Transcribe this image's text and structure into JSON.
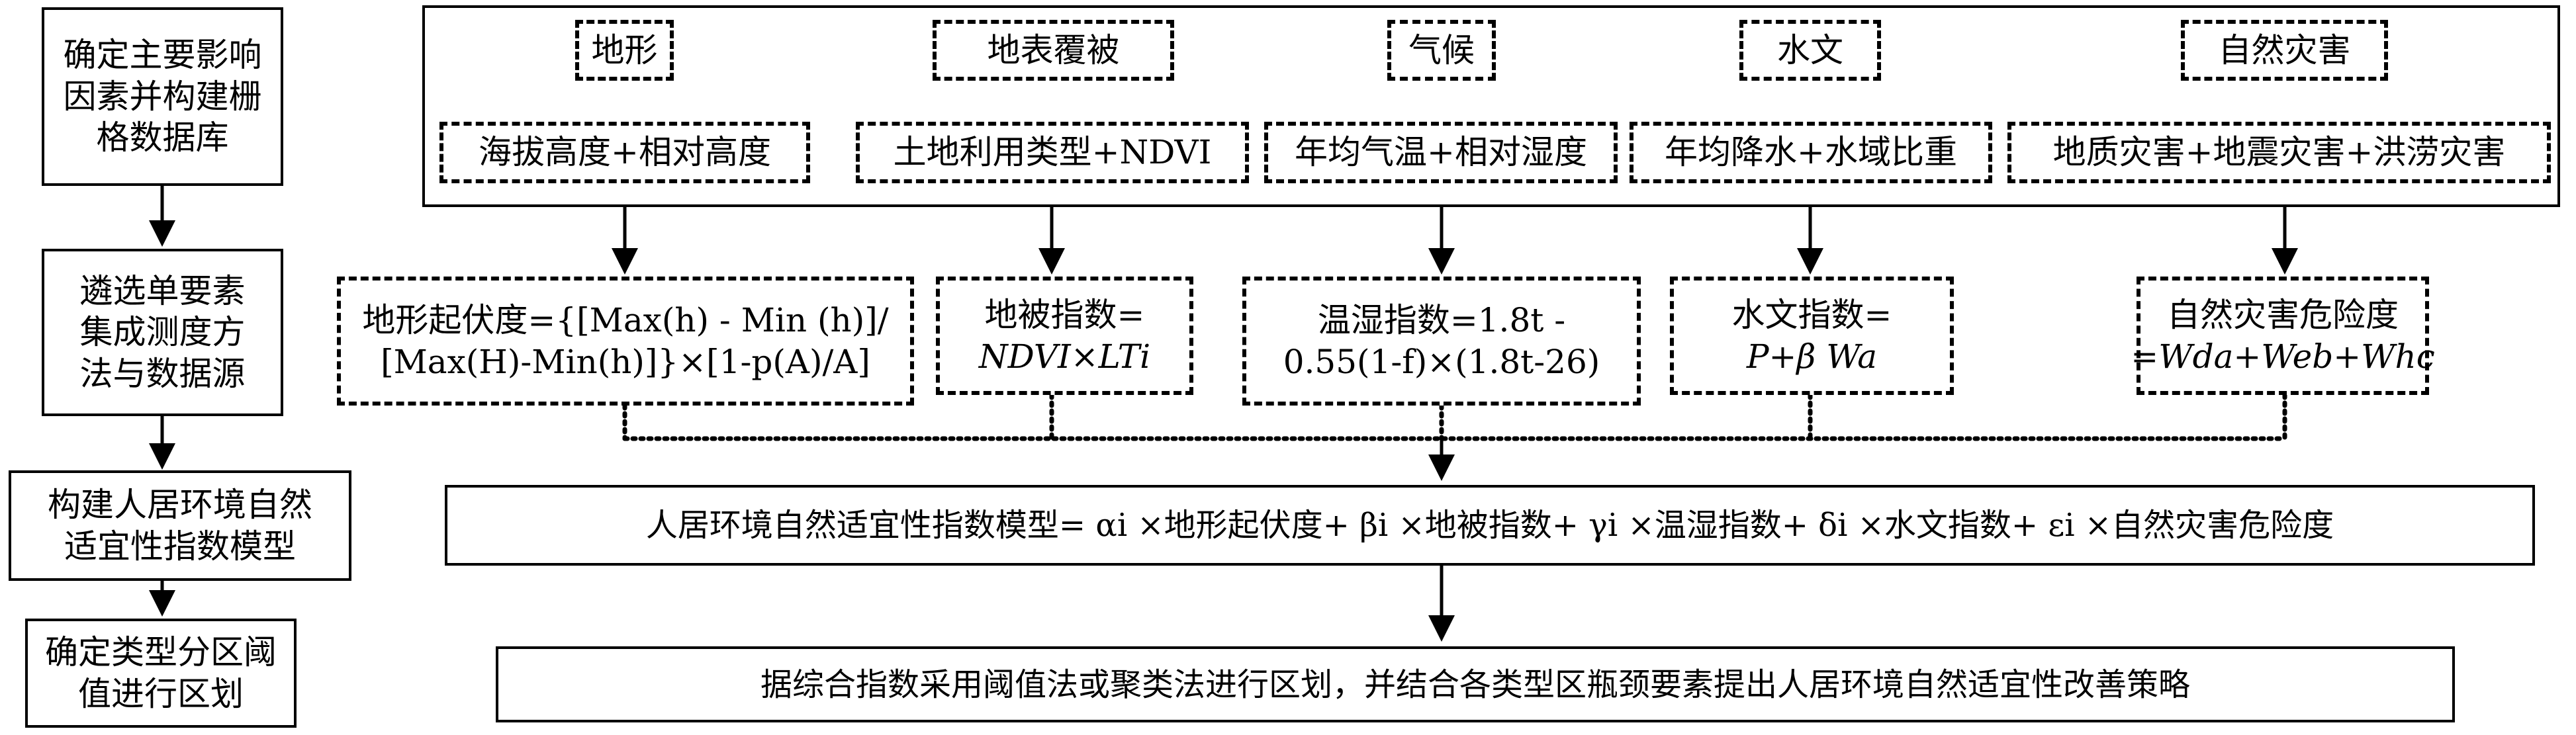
{
  "left_column": [
    "确定主要影响\n因素并构建栅\n格数据库",
    "遴选单要素\n集成测度方\n法与数据源",
    "构建人居环境自然\n适宜性指数模型",
    "确定类型分区阈\n值进行区划"
  ],
  "categories": [
    {
      "name": "地形",
      "indicators": "海拔高度+相对高度"
    },
    {
      "name": "地表覆被",
      "indicators": "土地利用类型+NDVI"
    },
    {
      "name": "气候",
      "indicators": "年均气温+相对湿度"
    },
    {
      "name": "水文",
      "indicators": "年均降水+水域比重"
    },
    {
      "name": "自然灾害",
      "indicators": "地质灾害+地震灾害+洪涝灾害"
    }
  ],
  "formulas": {
    "terrain": {
      "line1": "地形起伏度={[Max(h) - Min (h)]/",
      "line2": "[Max(H)-Min(h)]}×[1-p(A)/A]"
    },
    "cover": {
      "line1": "地被指数=",
      "line2": "NDVI×LTi"
    },
    "climate": {
      "line1": "温湿指数=1.8t -",
      "line2": "0.55(1-f)×(1.8t-26)"
    },
    "hydro": {
      "line1": "水文指数=",
      "line2": "P+β Wa"
    },
    "hazard": {
      "line1": "自然灾害危险度",
      "line2": "=Wda+Web+Whc"
    }
  },
  "model_text": "人居环境自然适宜性指数模型= αi ×地形起伏度+ βi ×地被指数+ γi ×温湿指数+ δi ×水文指数+ εi ×自然灾害危险度",
  "final_text": "据综合指数采用阈值法或聚类法进行区划，并结合各类型区瓶颈要素提出人居环境自然适宜性改善策略"
}
